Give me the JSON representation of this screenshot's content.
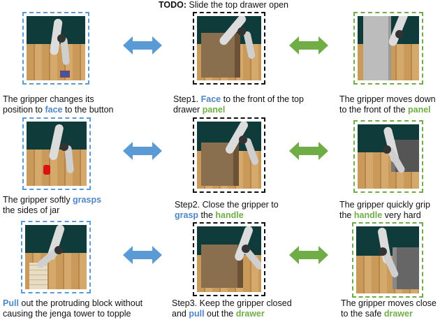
{
  "title": {
    "todo_label": "TODO:",
    "todo_text": "Slide the top drawer open"
  },
  "colors": {
    "blue": "#5b9bd5",
    "green": "#70ad47",
    "black": "#111111"
  },
  "rows": [
    {
      "left": {
        "caption_1": "The gripper changes its",
        "caption_2_pre": "position to ",
        "caption_2_hl": "face",
        "caption_2_post": " to the button"
      },
      "center": {
        "caption_1_pre": "Step1. ",
        "caption_1_hl": "Face",
        "caption_1_post": " to the front of the top",
        "caption_2_pre": "drawer ",
        "caption_2_hl": "panel"
      },
      "right": {
        "caption_1": "The gripper moves down",
        "caption_2_pre": "to the front of the ",
        "caption_2_hl": "panel"
      }
    },
    {
      "left": {
        "caption_1_pre": "The gripper softly ",
        "caption_1_hl": "grasps",
        "caption_2": "the sides of jar"
      },
      "center": {
        "caption_1": "Step2. Close the gripper to",
        "caption_2_hl1": "grasp",
        "caption_2_mid": " the ",
        "caption_2_hl2": "handle"
      },
      "right": {
        "caption_1": "The gripper quickly grip",
        "caption_2_pre": "the ",
        "caption_2_hl": "handle",
        "caption_2_post": " very hard"
      }
    },
    {
      "left": {
        "caption_1_hl": "Pull",
        "caption_1_post": " out the protruding block without",
        "caption_2": "causing the jenga tower to topple"
      },
      "center": {
        "caption_1": "Step3. Keep the gripper closed",
        "caption_2_pre": "and ",
        "caption_2_hl1": "pull",
        "caption_2_mid": " out the ",
        "caption_2_hl2": "drawer"
      },
      "right": {
        "caption_1": "The gripper moves close",
        "caption_2_pre": "to the safe ",
        "caption_2_hl": "drawer"
      }
    }
  ]
}
